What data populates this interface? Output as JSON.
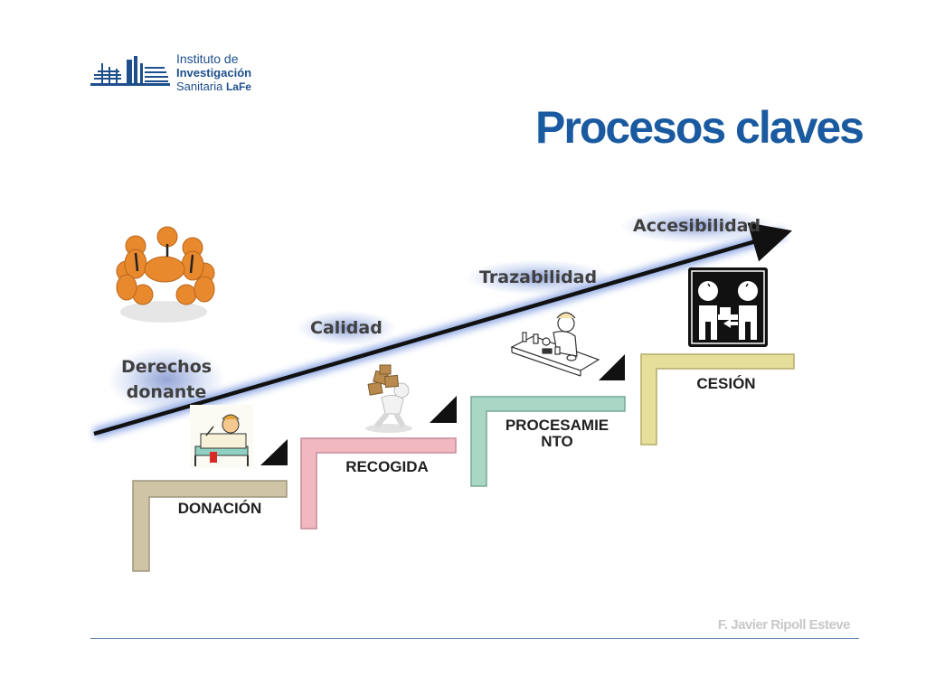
{
  "logo": {
    "line1": "Instituto de",
    "line2": "Investigación",
    "line3": "Sanitaria",
    "line3_suffix": "LaFe"
  },
  "title": "Procesos claves",
  "arrow_labels": {
    "derechos": "Derechos",
    "donante": "donante",
    "calidad": "Calidad",
    "trazabilidad": "Trazabilidad",
    "accesibilidad": "Accesibilidad"
  },
  "steps": [
    {
      "label": "DONACIÓN",
      "color": "#cfc5a6"
    },
    {
      "label": "RECOGIDA",
      "color": "#f1b8c2"
    },
    {
      "label": "PROCESAMIE",
      "label2": "NTO",
      "color": "#a9d6c5"
    },
    {
      "label": "CESIÓN",
      "color": "#e6df9c"
    }
  ],
  "icons": [
    "team-hands-icon",
    "sick-person-bed-icon",
    "person-carrying-boxes-icon",
    "lab-scientist-icon",
    "handover-sign-icon"
  ],
  "colors": {
    "title": "#1a5aa0",
    "arrow": "#111111",
    "glow": "#3c5ab4"
  },
  "footer": {
    "author": "F. Javier Ripoll Esteve"
  }
}
